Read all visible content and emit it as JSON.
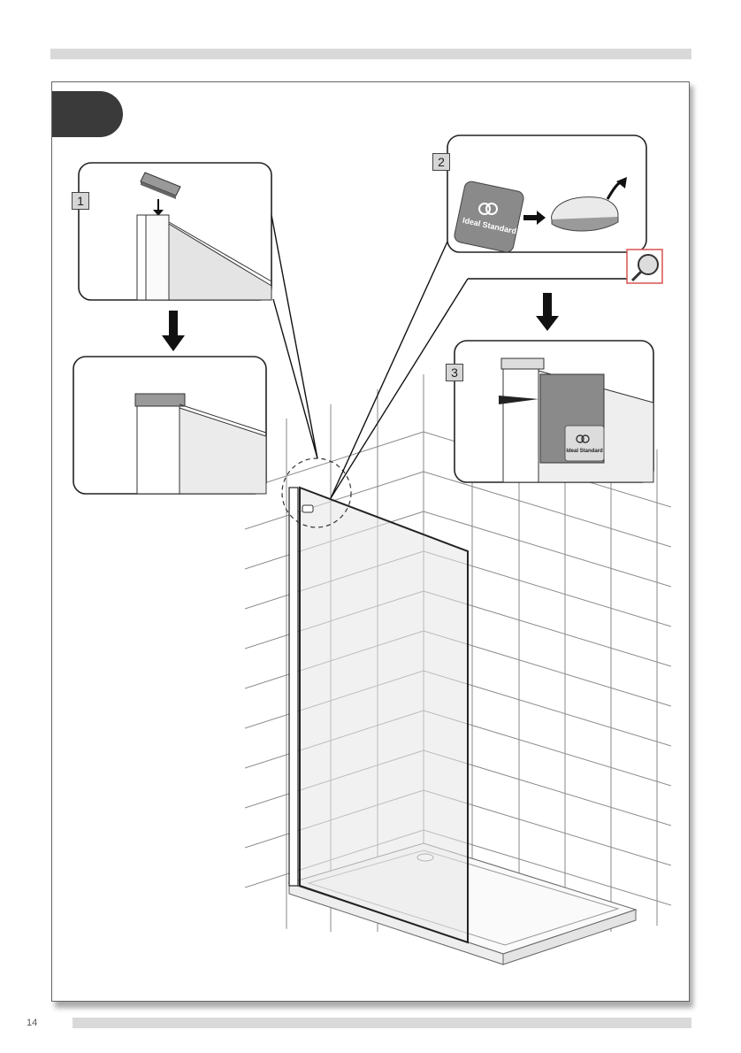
{
  "page": {
    "number": "14"
  },
  "steps": [
    {
      "number": "1"
    },
    {
      "number": "2"
    },
    {
      "number": "3"
    }
  ],
  "labels": {
    "brand_large": "Ideal Standard",
    "brand_small": "Ideal Standard"
  },
  "icons": [
    "arrow-down-icon",
    "magnifier-icon",
    "peel-arrow-icon"
  ],
  "colors": {
    "tab": "#3a3a3a",
    "bar": "#d9d9d9",
    "magnifier_border": "#d9534f",
    "label_gray": "#888888"
  }
}
